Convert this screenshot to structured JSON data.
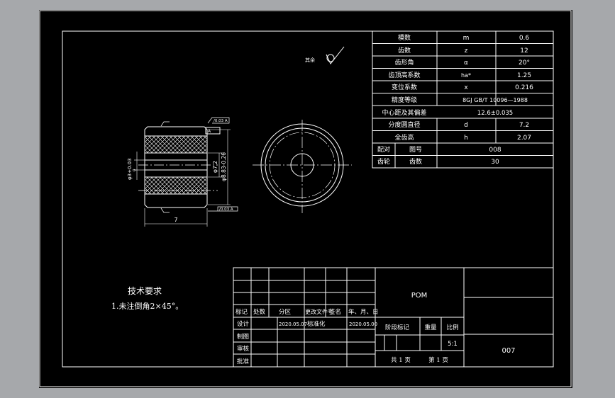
{
  "gear_params": [
    {
      "name": "模数",
      "symbol": "m",
      "value": "0.6"
    },
    {
      "name": "齿数",
      "symbol": "z",
      "value": "12"
    },
    {
      "name": "齿形角",
      "symbol": "α",
      "value": "20°"
    },
    {
      "name": "齿顶高系数",
      "symbol": "ha*",
      "value": "1.25"
    },
    {
      "name": "变位系数",
      "symbol": "x",
      "value": "0.216"
    },
    {
      "name": "精度等级",
      "symbol": "",
      "value": "8GJ GB/T 10096—1988"
    },
    {
      "name": "中心距及其偏差",
      "symbol": "",
      "value": "12.6±0.035"
    },
    {
      "name": "分度圆直径",
      "symbol": "d",
      "value": "7.2"
    },
    {
      "name": "全齿高",
      "symbol": "h",
      "value": "2.07"
    }
  ],
  "mating": {
    "label_top": "配对",
    "label_bottom": "齿轮",
    "row1_name": "图号",
    "row1_value": "008",
    "row2_name": "齿数",
    "row2_value": "30"
  },
  "finish_label": "其余",
  "dimensions": {
    "bore": "φ3+0.03",
    "bore_alt": "0",
    "hub": "φ7.2",
    "outer": "φ8.83-0.26",
    "length": "7",
    "tol_top": "/0.03 A",
    "tol_bottom": "/0.03 A",
    "datum": "A"
  },
  "notes": {
    "title": "技术要求",
    "item1": "1.未注倒角2×45°。"
  },
  "title_block": {
    "material": "POM",
    "drawing_no": "007",
    "h_mark": "标记",
    "h_count": "处数",
    "h_zone": "分区",
    "h_docno": "更改文件号",
    "h_sign": "签名",
    "h_date": "年、月、日",
    "design": "设计",
    "design_date": "2020.05.07",
    "standardize": "标准化",
    "std_date": "2020.05.00",
    "draw": "制图",
    "review": "审核",
    "approve": "批准",
    "stage_mark": "阶段标记",
    "weight": "重量",
    "scale": "比例",
    "scale_value": "5:1",
    "sheets": "共 1 页",
    "sheet_no": "第 1 页"
  }
}
